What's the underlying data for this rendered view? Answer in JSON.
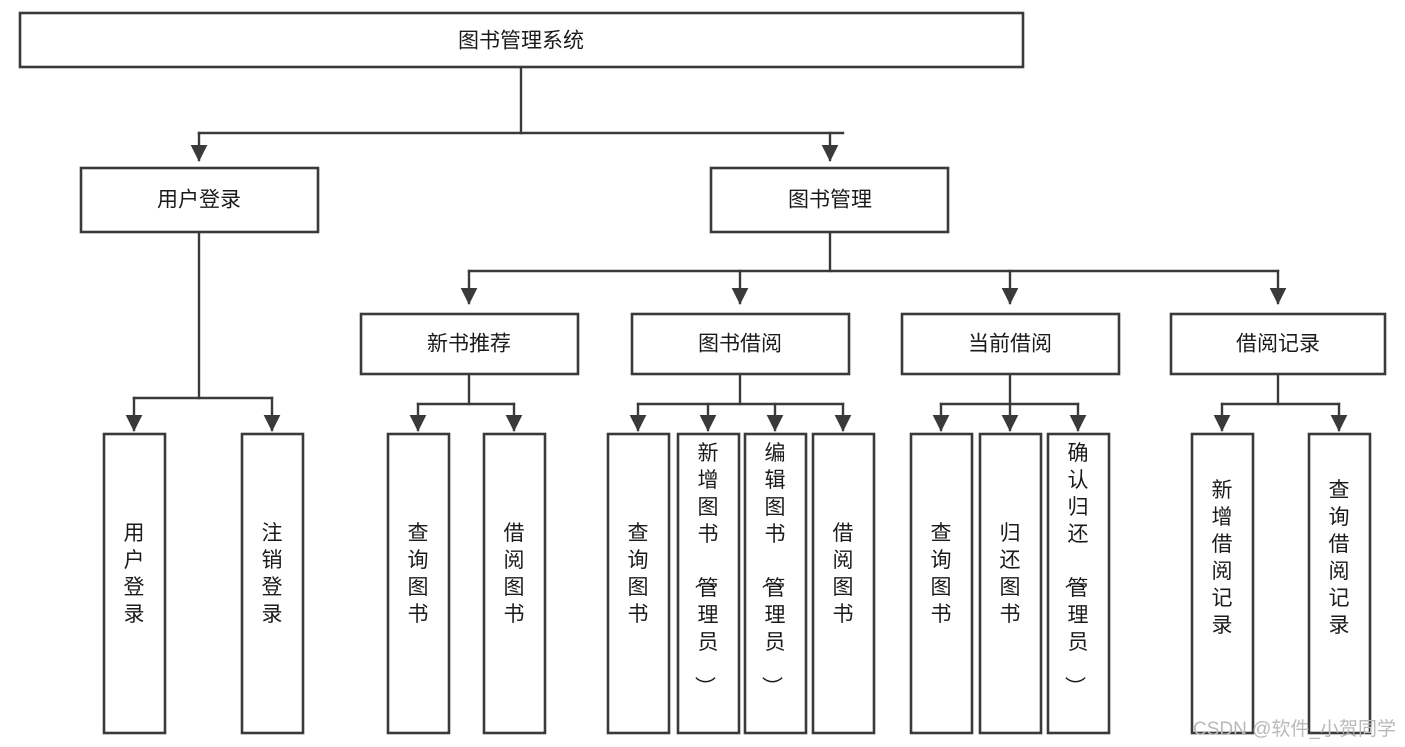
{
  "diagram": {
    "title": "图书管理系统",
    "type": "tree-hierarchy-chart",
    "orientation": "top-down",
    "colors": {
      "box_stroke": "#3a3a3a",
      "box_fill": "#ffffff",
      "connector": "#3a3a3a",
      "text": "#1b1b1b",
      "watermark": "#b9b9b9",
      "canvas": "#ffffff"
    }
  },
  "root": {
    "label": "图书管理系统"
  },
  "level2": [
    {
      "label": "用户登录"
    },
    {
      "label": "图书管理"
    }
  ],
  "level3": [
    {
      "label": "新书推荐"
    },
    {
      "label": "图书借阅"
    },
    {
      "label": "当前借阅"
    },
    {
      "label": "借阅记录"
    }
  ],
  "leaves": {
    "user_login": [
      {
        "label": "用户登录"
      },
      {
        "label": "注销登录"
      }
    ],
    "new_book": [
      {
        "label": "查询图书"
      },
      {
        "label": "借阅图书"
      }
    ],
    "book_borrow": [
      {
        "label": "查询图书"
      },
      {
        "label": "新增图书（管理员）"
      },
      {
        "label": "编辑图书（管理员）"
      },
      {
        "label": "借阅图书"
      }
    ],
    "current_borrow": [
      {
        "label": "查询图书"
      },
      {
        "label": "归还图书"
      },
      {
        "label": "确认归还（管理员）"
      }
    ],
    "borrow_record": [
      {
        "label": "新增借阅记录"
      },
      {
        "label": "查询借阅记录"
      }
    ]
  },
  "watermark": {
    "text": "CSDN @软件_小贺同学"
  }
}
